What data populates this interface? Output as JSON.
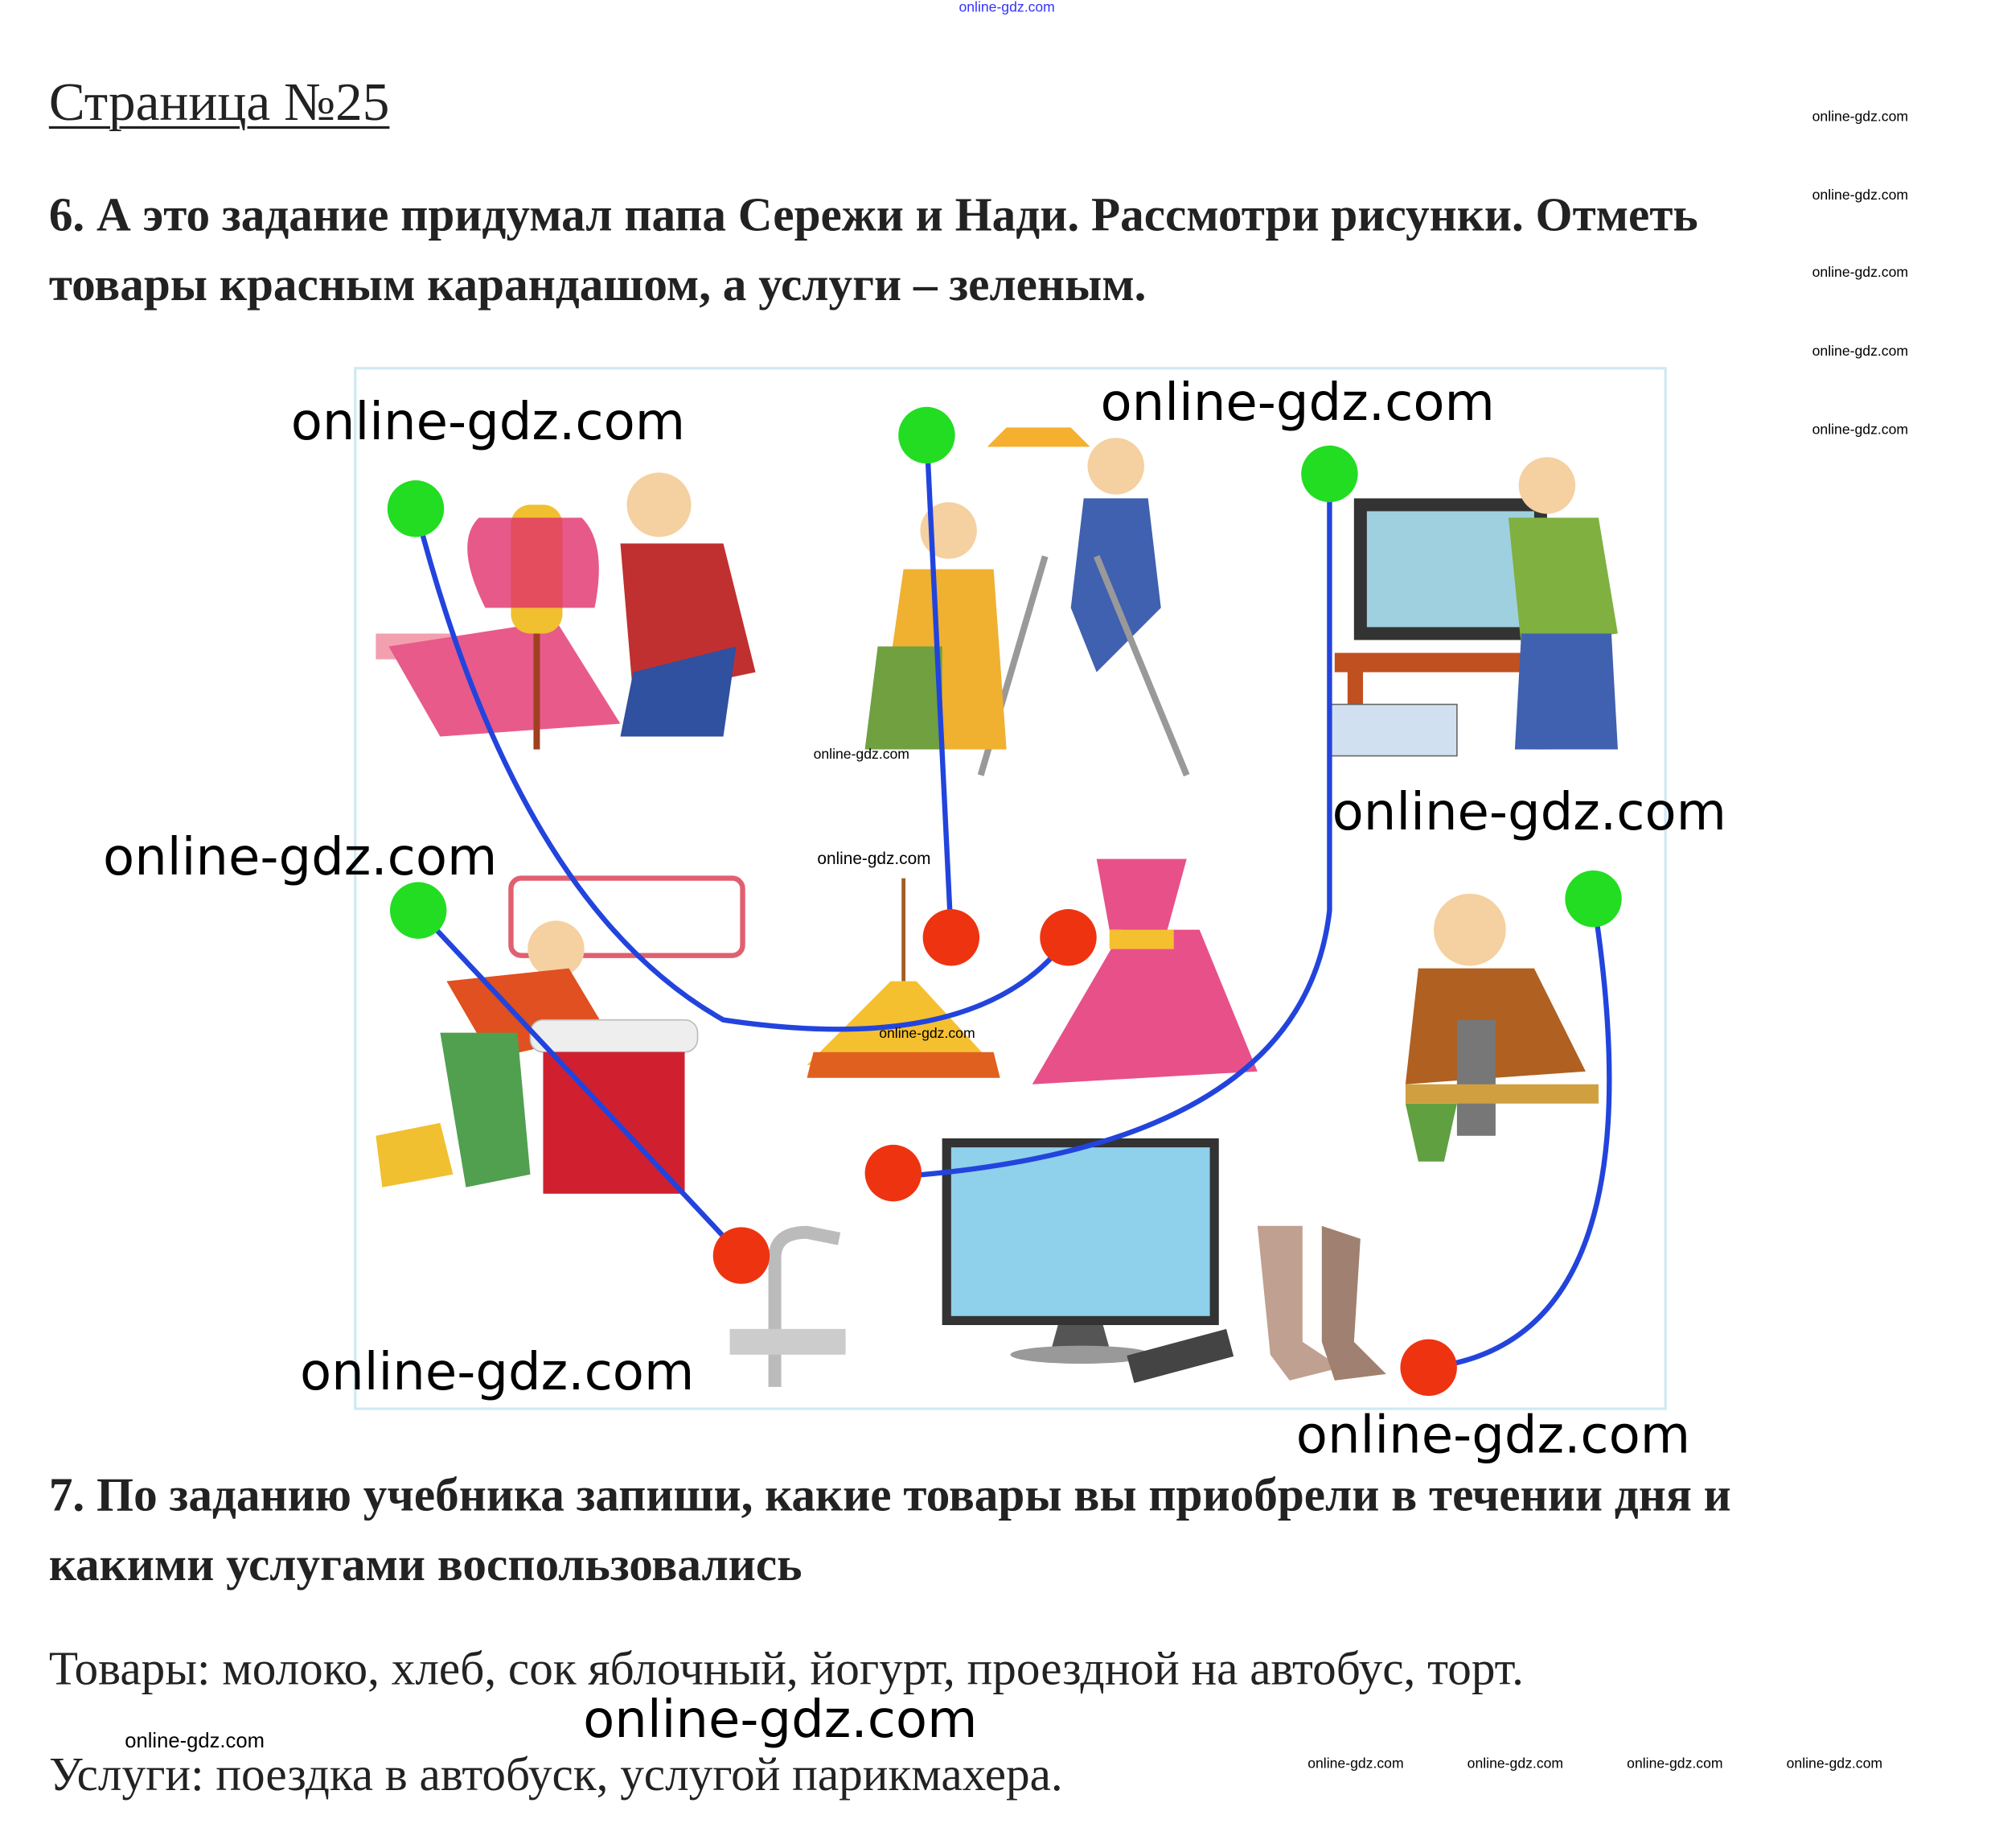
{
  "header": {
    "watermark_top": "online-gdz.com",
    "title": "Страница №25"
  },
  "task6": {
    "line1": "6. А это задание придумал папа Сережи и Нади. Рассмотри рисунки. Отметь",
    "line2": "товары красным карандашом, а услуги – зеленым."
  },
  "picture": {
    "colors": {
      "service_dot": "#22dd22",
      "goods_dot": "#ee3311",
      "line": "#2244dd"
    },
    "services": [
      "tailor",
      "electrician",
      "tv-repair",
      "plumber",
      "shoemaker"
    ],
    "goods": [
      "lamp",
      "dress",
      "tv",
      "faucet",
      "boots"
    ]
  },
  "task7": {
    "line1": "7. По заданию учебника запиши, какие товары вы приобрели в течении дня и",
    "line2": "какими услугами воспользовались"
  },
  "answers": {
    "goods": "Товары: молоко, хлеб, сок яблочный, йогурт, проездной на автобус, торт.",
    "services": "Услуги: поездка в автобуск, услугой парикмахера."
  },
  "watermark": "online-gdz.com"
}
